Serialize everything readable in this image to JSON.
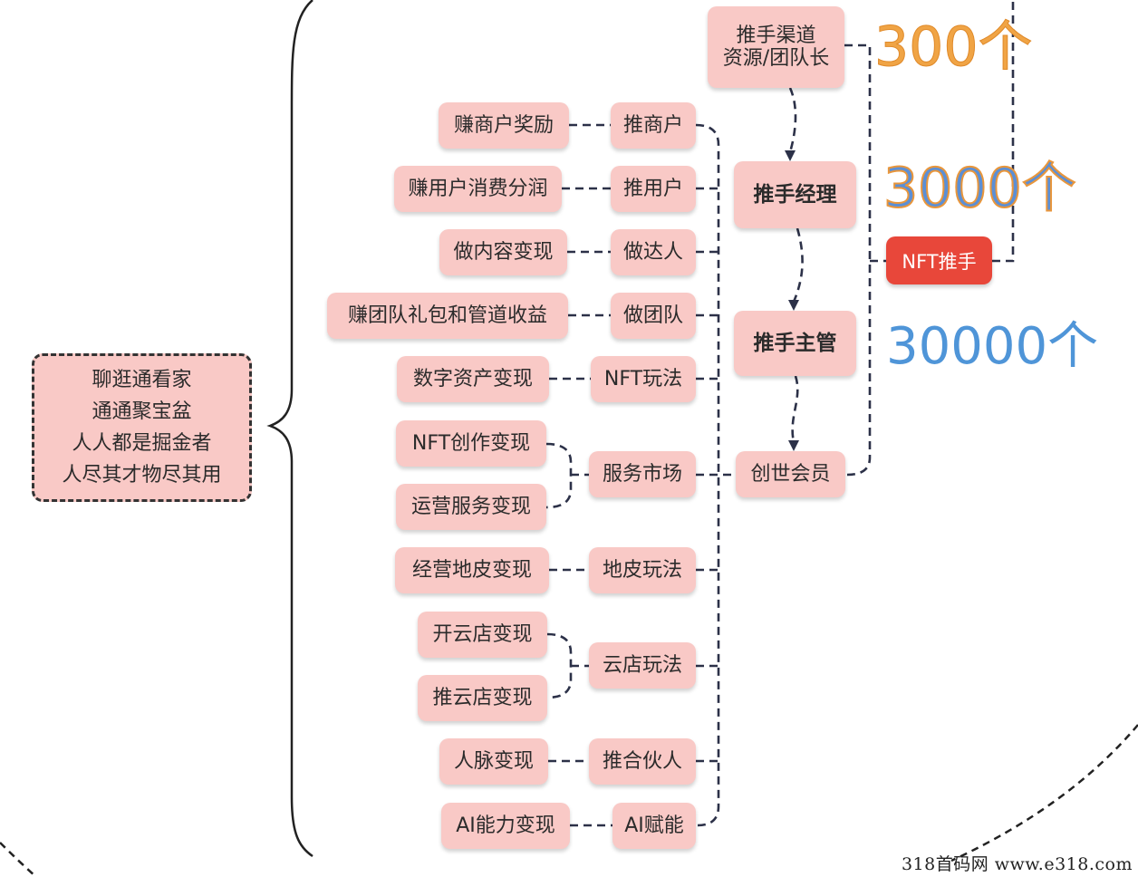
{
  "root": {
    "lines": [
      "聊逛通看家",
      "通通聚宝盆",
      "人人都是掘金者",
      "人尽其才物尽其用"
    ]
  },
  "branches": [
    {
      "mid": "推商户",
      "leaves": [
        "赚商户奖励"
      ]
    },
    {
      "mid": "推用户",
      "leaves": [
        "赚用户消费分润"
      ]
    },
    {
      "mid": "做达人",
      "leaves": [
        "做内容变现"
      ]
    },
    {
      "mid": "做团队",
      "leaves": [
        "赚团队礼包和管道收益"
      ]
    },
    {
      "mid": "NFT玩法",
      "leaves": [
        "数字资产变现"
      ]
    },
    {
      "mid": "服务市场",
      "leaves": [
        "NFT创作变现",
        "运营服务变现"
      ]
    },
    {
      "mid": "地皮玩法",
      "leaves": [
        "经营地皮变现"
      ]
    },
    {
      "mid": "云店玩法",
      "leaves": [
        "开云店变现",
        "推云店变现"
      ]
    },
    {
      "mid": "推合伙人",
      "leaves": [
        "人脉变现"
      ]
    },
    {
      "mid": "AI赋能",
      "leaves": [
        "AI能力变现"
      ]
    }
  ],
  "hierarchy": {
    "channel": [
      "推手渠道",
      "资源/团队长"
    ],
    "manager": "推手经理",
    "supervisor": "推手主管",
    "founder": "创世会员",
    "nft_tag": "NFT推手"
  },
  "counts": {
    "channel": "300个",
    "manager": "3000个",
    "supervisor": "30000个"
  },
  "colors": {
    "box_fill": "#f9c9c6",
    "tag_fill": "#e8473a",
    "count_300": "#f0a445",
    "count_3000": "#5b8fd6",
    "count_30000": "#4f95d8"
  },
  "watermark": "318首码网  www.e318.com"
}
